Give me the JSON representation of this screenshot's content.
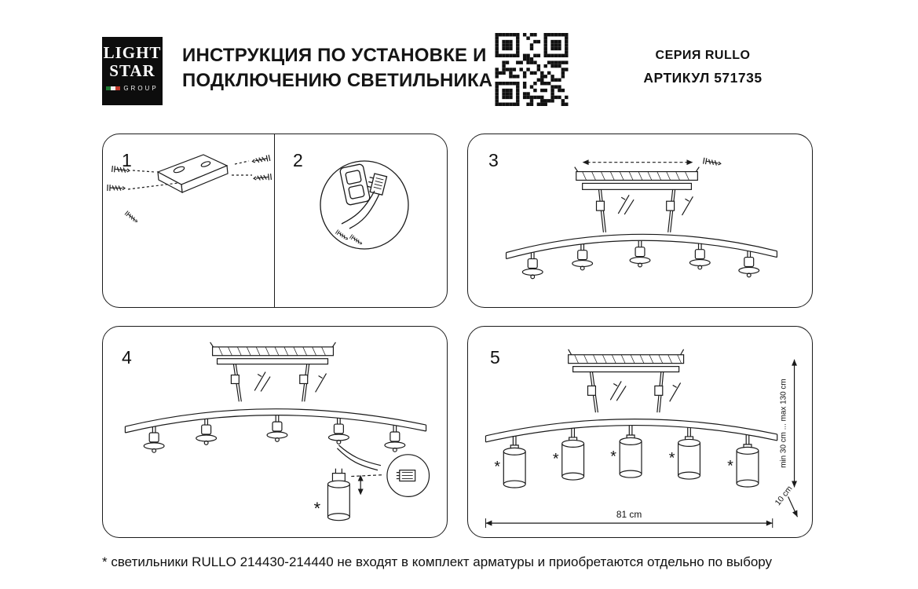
{
  "header": {
    "logo": {
      "line1": "LIGHT",
      "line2": "STAR",
      "line3": "GROUP"
    },
    "title": {
      "line1": "ИНСТРУКЦИЯ ПО УСТАНОВКЕ И",
      "line2": "ПОДКЛЮЧЕНИЮ СВЕТИЛЬНИКА"
    },
    "series_label": "СЕРИЯ RULLO",
    "article_label": "АРТИКУЛ 571735"
  },
  "steps": [
    {
      "number": "1"
    },
    {
      "number": "2"
    },
    {
      "number": "3"
    },
    {
      "number": "4"
    },
    {
      "number": "5"
    }
  ],
  "dimensions": {
    "width_label": "81 cm",
    "height_range_label": "min 30 cm ... max 130 cm",
    "shade_offset_label": "10 cm"
  },
  "symbols": {
    "asterisk": "*"
  },
  "footnote": "* светильники RULLO 214430-214440 не входят в комплект арматуры и приобретаются отдельно по выбору",
  "colors": {
    "ink": "#1a1a1a",
    "flag_green": "#1f7a34",
    "flag_red": "#c0392b",
    "logo_bg": "#0d0d0d"
  }
}
